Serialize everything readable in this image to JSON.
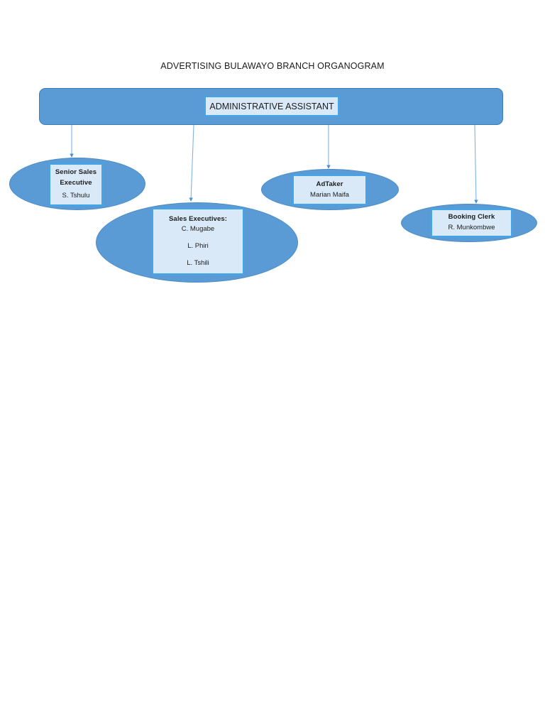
{
  "title": "ADVERTISING BULAWAYO BRANCH ORGANOGRAM",
  "banner": {
    "label": "ADMINISTRATIVE ASSISTANT"
  },
  "colors": {
    "node_fill": "#5B9BD5",
    "label_fill": "#DAE9F7",
    "label_border": "#41A7E8",
    "connector": "#5B9BD5",
    "text": "#1c1c1c",
    "background": "#ffffff"
  },
  "nodes": [
    {
      "role": "Senior Sales",
      "role_line2": "Executive",
      "people": [
        "S. Tshulu"
      ]
    },
    {
      "role": "Sales Executives:",
      "people": [
        "C. Mugabe",
        "L. Phiri",
        "L. Tshili"
      ]
    },
    {
      "role": "AdTaker",
      "people": [
        "Marian Maifa"
      ]
    },
    {
      "role": "Booking Clerk",
      "people": [
        "R. Munkombwe"
      ]
    }
  ],
  "connectors": [
    {
      "from": "ADMINISTRATIVE ASSISTANT",
      "to": "Senior Sales Executive"
    },
    {
      "from": "ADMINISTRATIVE ASSISTANT",
      "to": "Sales Executives:"
    },
    {
      "from": "ADMINISTRATIVE ASSISTANT",
      "to": "AdTaker"
    },
    {
      "from": "ADMINISTRATIVE ASSISTANT",
      "to": "Booking Clerk"
    }
  ]
}
